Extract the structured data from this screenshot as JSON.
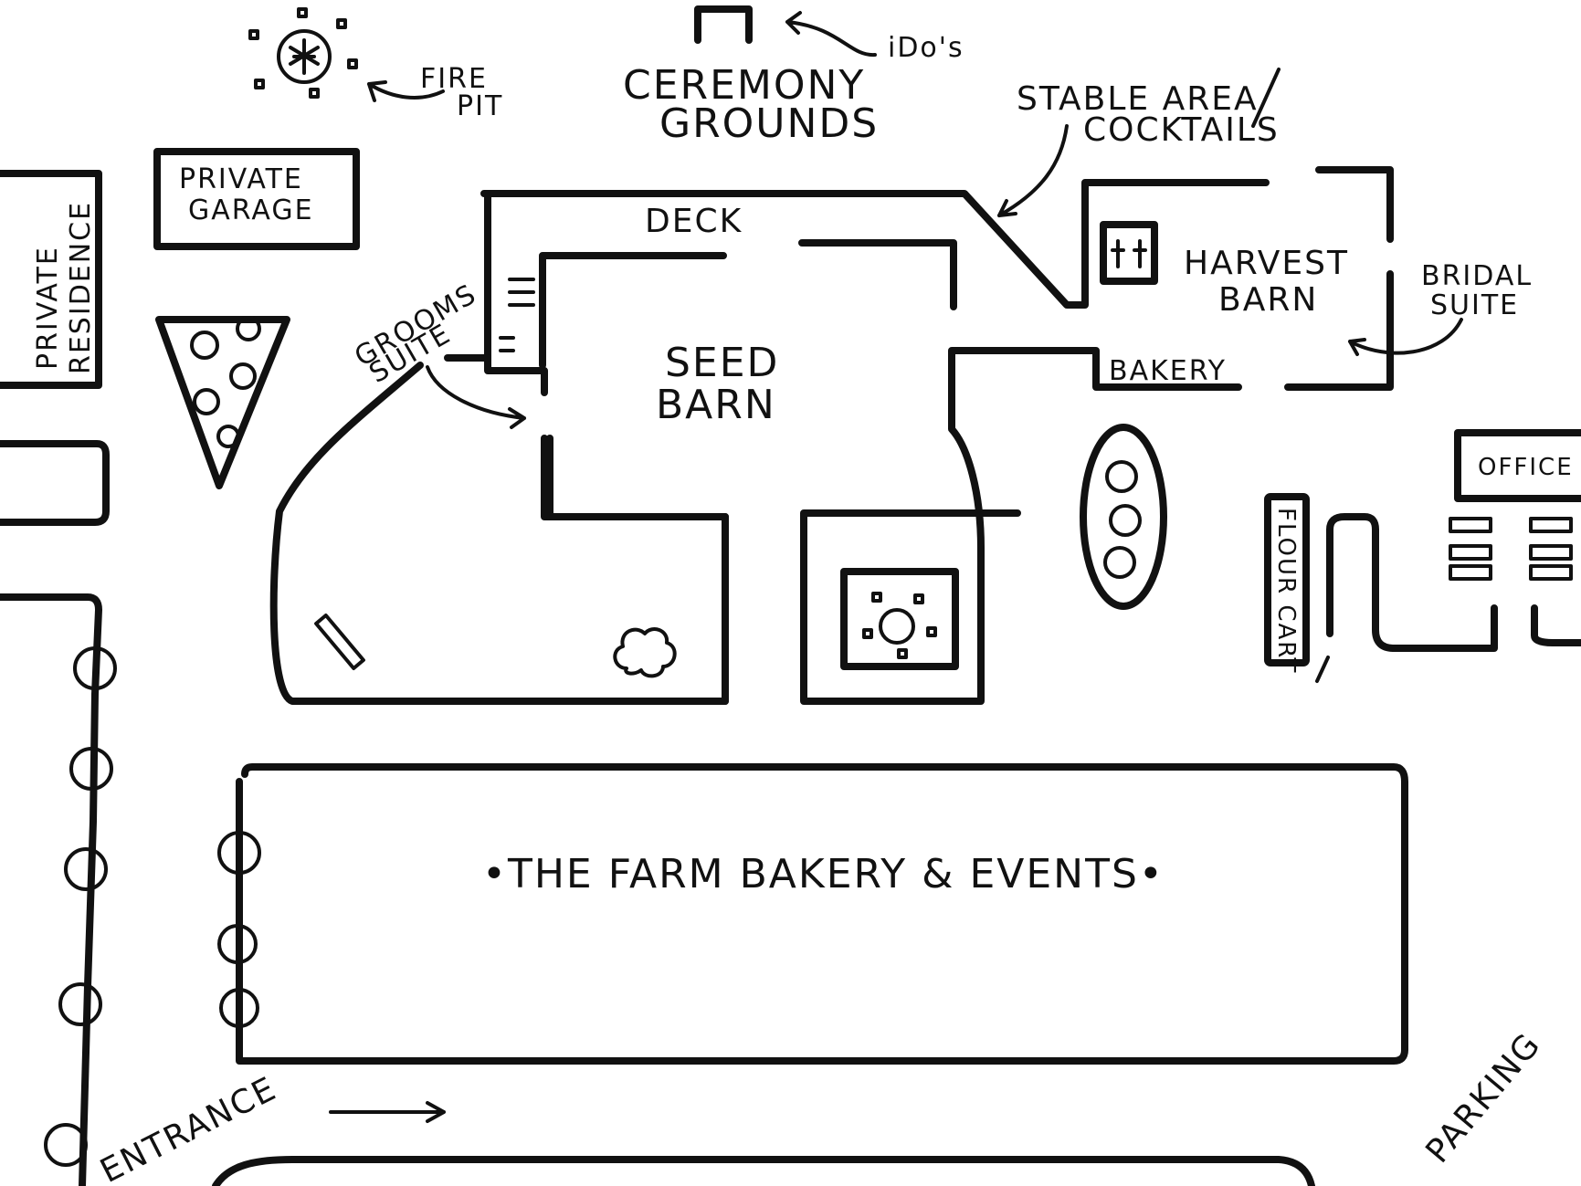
{
  "map_title": "•THE FARM  BAKERY & EVENTS•",
  "labels": {
    "fire_pit_line1": "FIRE",
    "fire_pit_line2": "PIT",
    "ceremony_line1": "CEREMONY",
    "ceremony_line2": "GROUNDS",
    "ido": "iDo's",
    "stable_line1": "STABLE AREA",
    "stable_line2": "COCKTAILS",
    "private_garage_line1": "PRIVATE",
    "private_garage_line2": "GARAGE",
    "private_residence_line1": "PRIVATE",
    "private_residence_line2": "RESIDENCE",
    "deck": "DECK",
    "grooms_line1": "GROOMS",
    "grooms_line2": "SUITE",
    "seed_barn_line1": "SEED",
    "seed_barn_line2": "BARN",
    "harvest_barn_line1": "HARVEST",
    "harvest_barn_line2": "BARN",
    "bakery": "BAKERY",
    "bridal_line1": "BRIDAL",
    "bridal_line2": "SUITE",
    "office": "OFFICE",
    "flour_cart": "FLOUR CART",
    "parking": "PARKING",
    "entrance": "ENTRANCE"
  },
  "colors": {
    "ink": "#111111",
    "paper": "#ffffff"
  },
  "icons": [
    "fire-pit-icon",
    "arch-icon",
    "restroom-icon",
    "tree-icon",
    "table-icon",
    "bench-icon"
  ]
}
